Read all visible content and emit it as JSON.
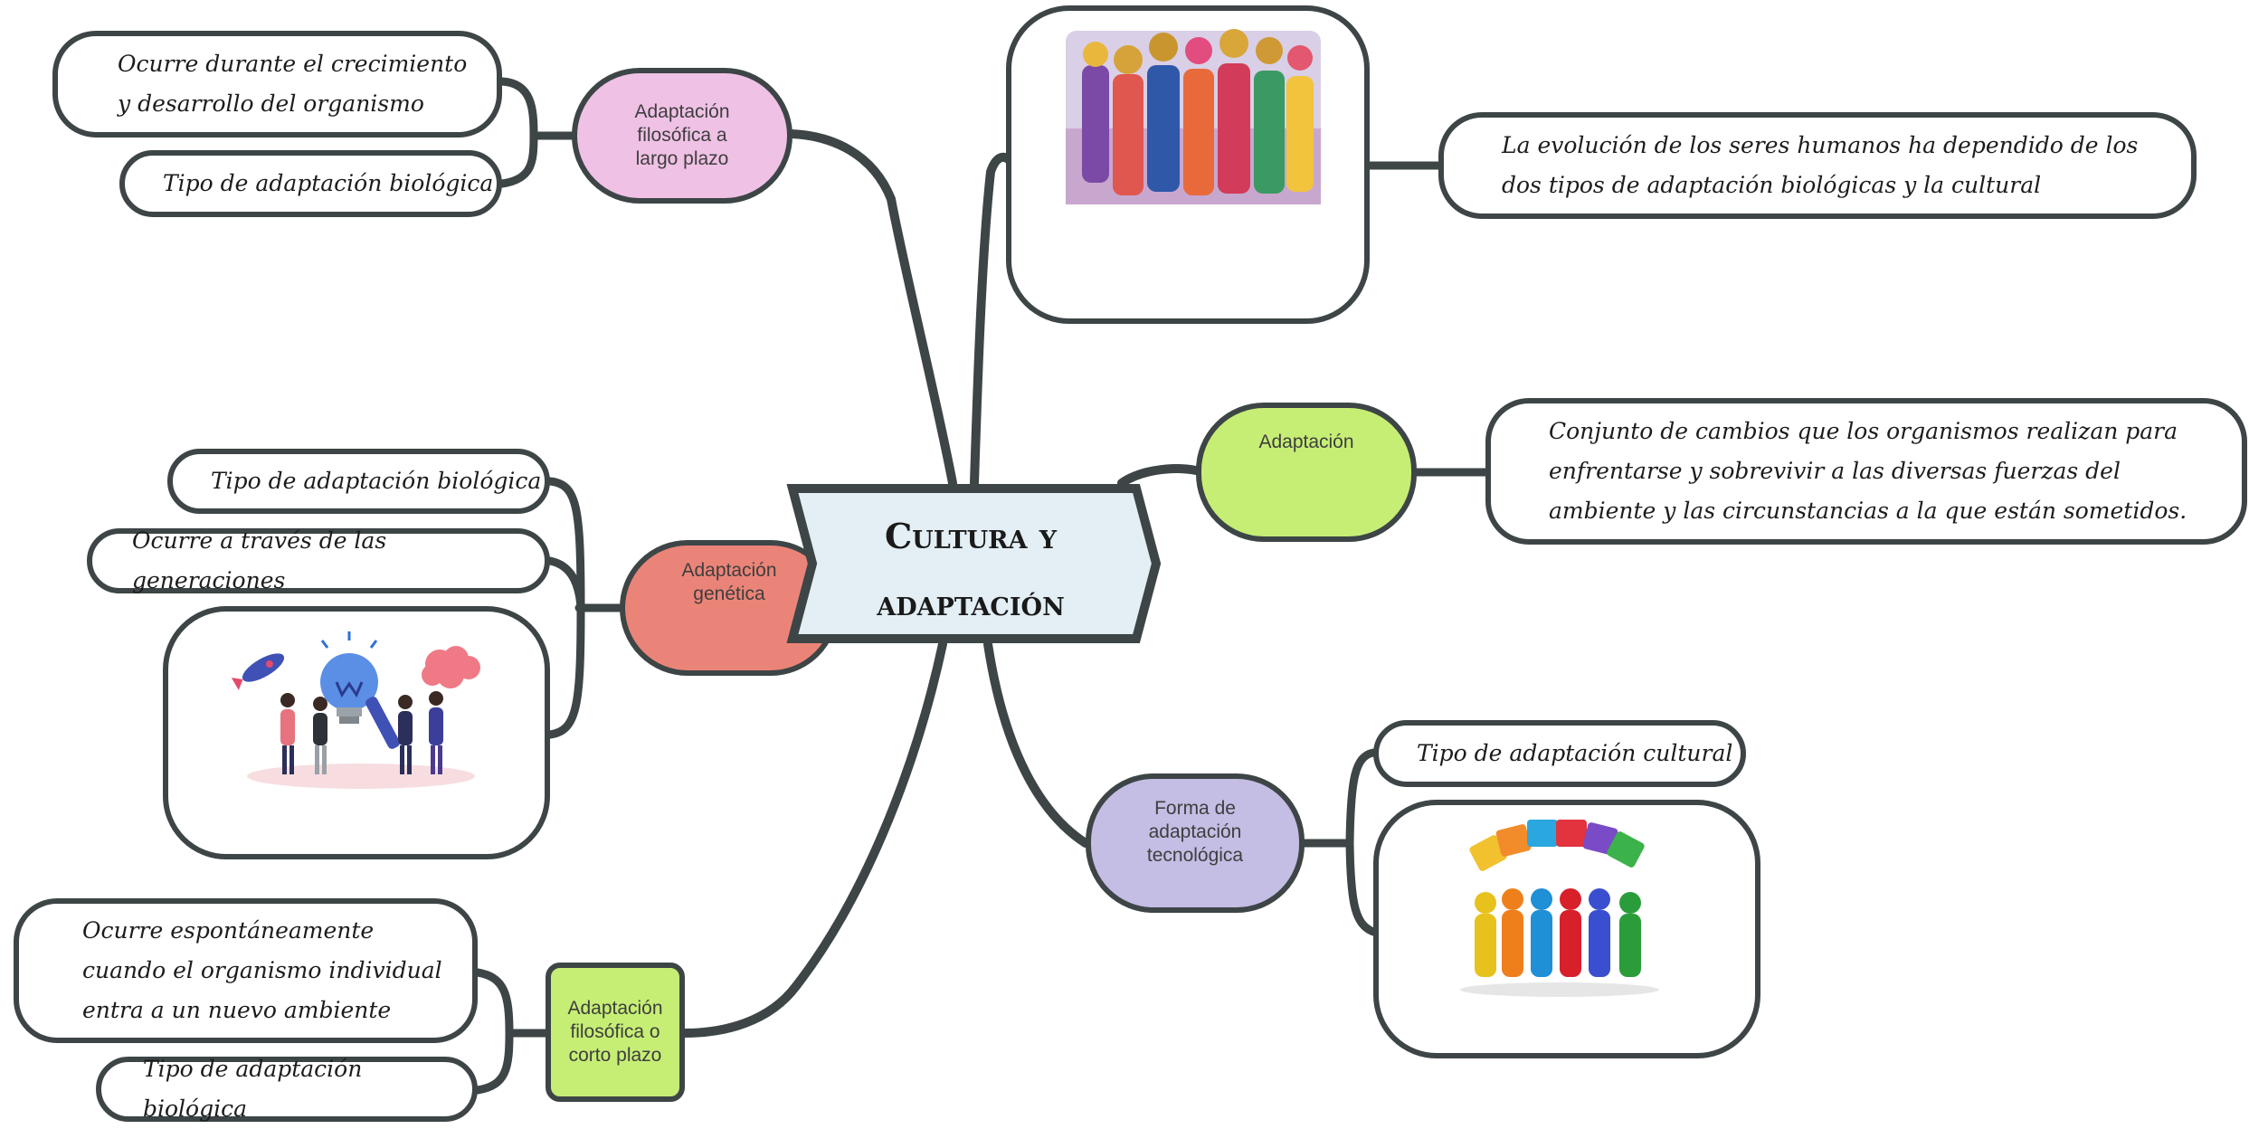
{
  "central": {
    "title": "Cultura y\nadaptación"
  },
  "nodes": {
    "adapt_largo": {
      "label": "Adaptación\nfilosófica a\nlargo plazo",
      "color": "#efc1e5"
    },
    "adapt_genetica": {
      "label": "Adaptación\ngenética",
      "color": "#eb8478"
    },
    "adapt_corto": {
      "label": "Adaptación\nfilosófica o\ncorto plazo",
      "color": "#c6ee75"
    },
    "adaptacion": {
      "label": "Adaptación",
      "color": "#c6ee75"
    },
    "tecnologica": {
      "label": "Forma de\nadaptación\ntecnológica",
      "color": "#c4bde4"
    }
  },
  "leaves": {
    "largo_1": "Ocurre durante el crecimiento\ny desarrollo del organismo",
    "largo_2": "Tipo de adaptación biológica",
    "gen_1": "Tipo de adaptación biológica",
    "gen_2": "Ocurre a través de las generaciones",
    "corto_1": "Ocurre espontáneamente\ncuando el organismo individual\nentra a un nuevo ambiente",
    "corto_2": "Tipo de adaptación biológica",
    "evolucion": "La evolución de los seres humanos ha dependido de los\ndos tipos de adaptación biológicas y la cultural",
    "definicion": "Conjunto de cambios que los organismos realizan para\nenfrentarse y sobrevivir a las diversas fuerzas del\nambiente y las circunstancias a la que están sometidos.",
    "cultural": "Tipo de adaptación cultural"
  },
  "images": {
    "festival": "photo-dancers-traditional-dress",
    "ideas": "illustration-people-lightbulb-ideas",
    "teamwork": "illustration-puzzle-teamwork-people"
  },
  "colors": {
    "connector": "#3d4546",
    "central_fill": "#e3eff4"
  }
}
